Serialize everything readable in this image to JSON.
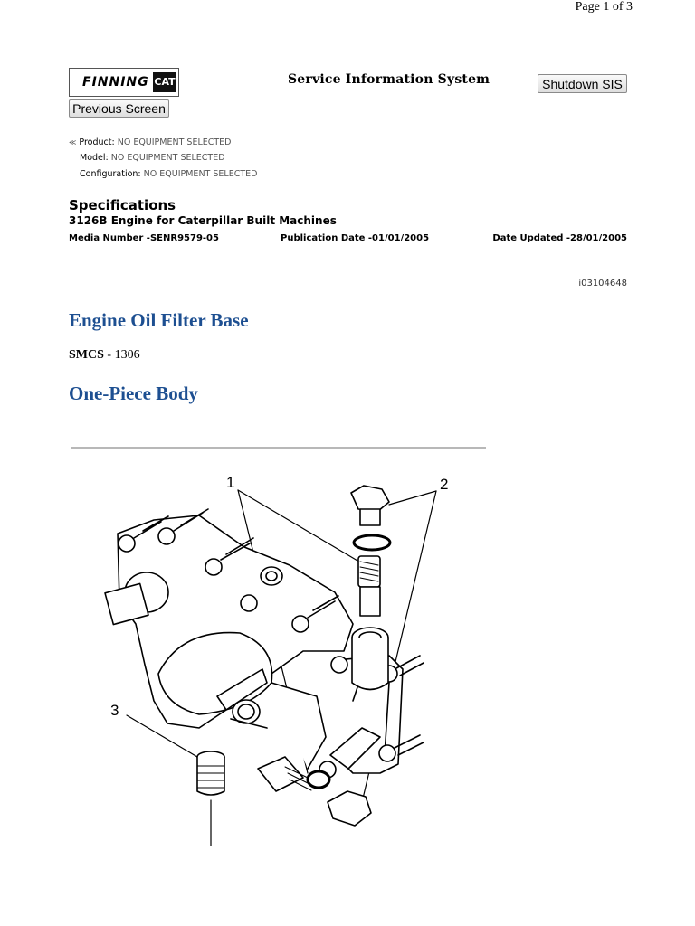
{
  "page": {
    "page_number": "Page 1 of 3"
  },
  "header": {
    "logo": {
      "finning": "FINNING",
      "cat": "CAT",
      "icon": "finning-cat-logo"
    },
    "title": "Service Information System",
    "shutdown_label": "Shutdown SIS",
    "previous_label": "Previous Screen"
  },
  "equipment": {
    "product_label": "Product:",
    "product_value": "NO EQUIPMENT SELECTED",
    "model_label": "Model:",
    "model_value": "NO EQUIPMENT SELECTED",
    "configuration_label": "Configuration:",
    "configuration_value": "NO EQUIPMENT SELECTED"
  },
  "document": {
    "heading": "Specifications",
    "subtitle": "3126B Engine for Caterpillar Built Machines",
    "media_number": "Media Number -SENR9579-05",
    "publication_date": "Publication Date -01/01/2005",
    "date_updated": "Date Updated -28/01/2005",
    "doc_id": "i03104648"
  },
  "content": {
    "title": "Engine Oil Filter Base",
    "smcs_label": "SMCS",
    "smcs_value": " - 1306",
    "section_title": "One-Piece Body"
  },
  "illustration": {
    "callouts": [
      "1",
      "2",
      "3"
    ]
  }
}
